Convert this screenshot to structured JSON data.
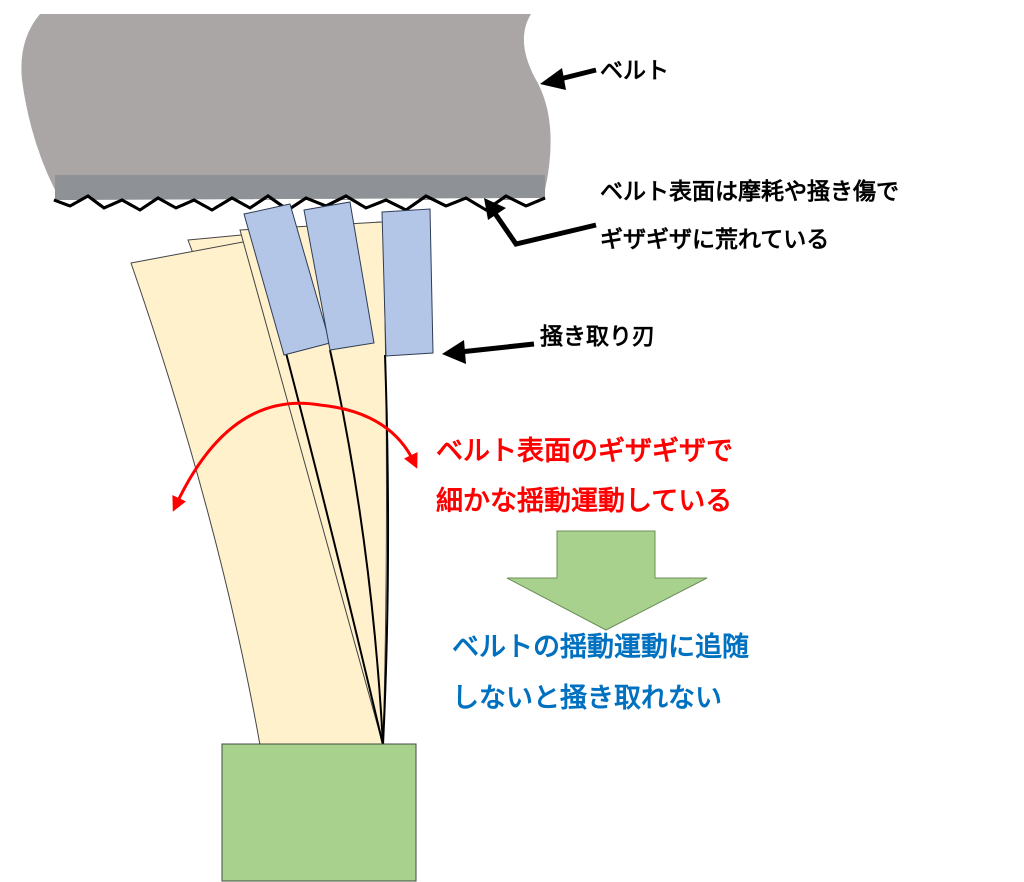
{
  "labels": {
    "belt": "ベルト",
    "belt_surface_line1": "ベルト表面は摩耗や掻き傷で",
    "belt_surface_line2": "ギザギザに荒れている",
    "scraper_blade": "掻き取り刃",
    "oscillation_line1": "ベルト表面のギザギザで",
    "oscillation_line2": "細かな揺動運動している",
    "result_line1": "ベルトの揺動運動に追随",
    "result_line2": "しないと掻き取れない"
  },
  "colors": {
    "belt": "#aaa6a6",
    "belt_rough_zone": "#8e9196",
    "blade_holder": "#fff1cc",
    "blade": "#b4c6e7",
    "blade_stroke": "#2f3d55",
    "base": "#a9d18e",
    "base_stroke": "#3d4d3d",
    "arrow_black": "#000000",
    "oscillation_text": "#ff0000",
    "result_text": "#0070c0",
    "down_arrow": "#a9d18e"
  }
}
